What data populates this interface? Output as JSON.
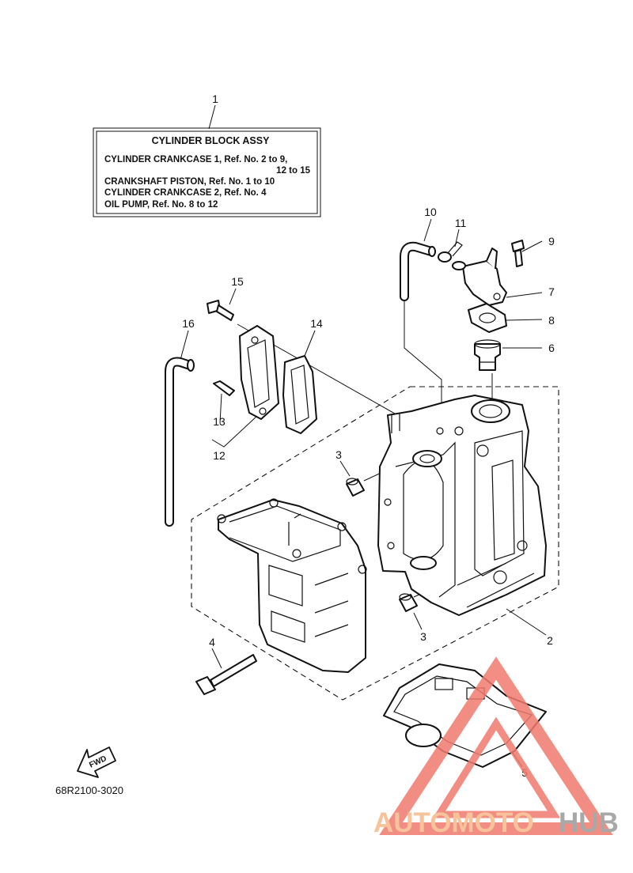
{
  "info_box": {
    "title": "CYLINDER BLOCK ASSY",
    "lines": [
      "CYLINDER CRANKCASE 1, Ref. No. 2 to 9,",
      "12 to 15",
      "CRANKSHAFT PISTON, Ref. No. 1 to 10",
      "CYLINDER CRANKCASE 2, Ref. No. 4",
      "OIL PUMP, Ref. No. 8 to 12"
    ]
  },
  "callouts": [
    "1",
    "2",
    "3",
    "3",
    "4",
    "5",
    "6",
    "7",
    "8",
    "9",
    "10",
    "11",
    "12",
    "13",
    "14",
    "15",
    "16"
  ],
  "fwd_label": "FWD",
  "diagram_code": "68R2100-3020",
  "watermark": {
    "part1": "AUTOMOTO",
    "part2": "HUB",
    "color_primary": "#f5b98a",
    "color_secondary": "#9a9a9a",
    "triangle_color": "#f07a6e"
  }
}
